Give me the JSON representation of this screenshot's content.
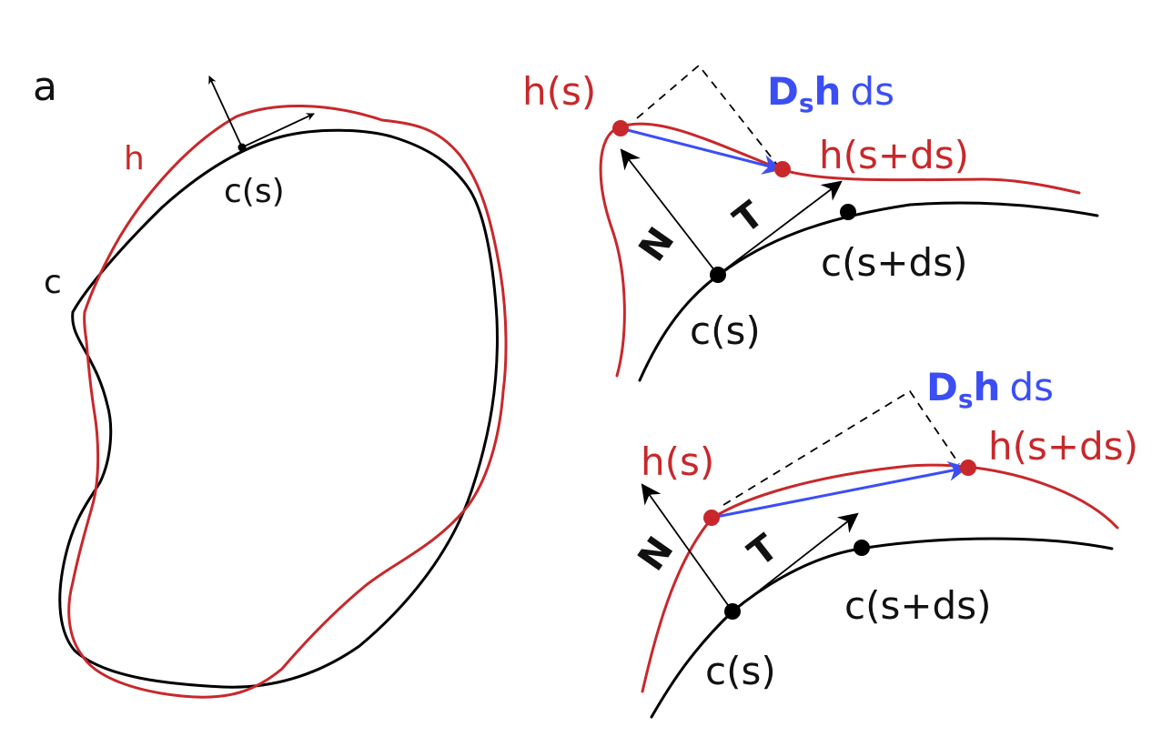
{
  "panel_a": {
    "panel_letter": "a",
    "curve_c_label": "c",
    "curve_h_label": "h",
    "point_label": "c(s)"
  },
  "panel_top": {
    "h_s": "h(s)",
    "h_s_ds": "h(s+ds)",
    "c_s": "c(s)",
    "c_s_ds": "c(s+ds)",
    "normal": "N",
    "tangent": "T",
    "deriv_D": "D",
    "deriv_sub": "s",
    "deriv_h": "h",
    "deriv_ds": "ds"
  },
  "panel_bottom": {
    "h_s": "h(s)",
    "h_s_ds": "h(s+ds)",
    "c_s": "c(s)",
    "c_s_ds": "c(s+ds)",
    "normal": "N",
    "tangent": "T",
    "deriv_D": "D",
    "deriv_sub": "s",
    "deriv_h": "h",
    "deriv_ds": "ds"
  },
  "colors": {
    "curve_c": "#000000",
    "curve_h": "#c8282b",
    "derivative_vector": "#3b4ef5"
  }
}
